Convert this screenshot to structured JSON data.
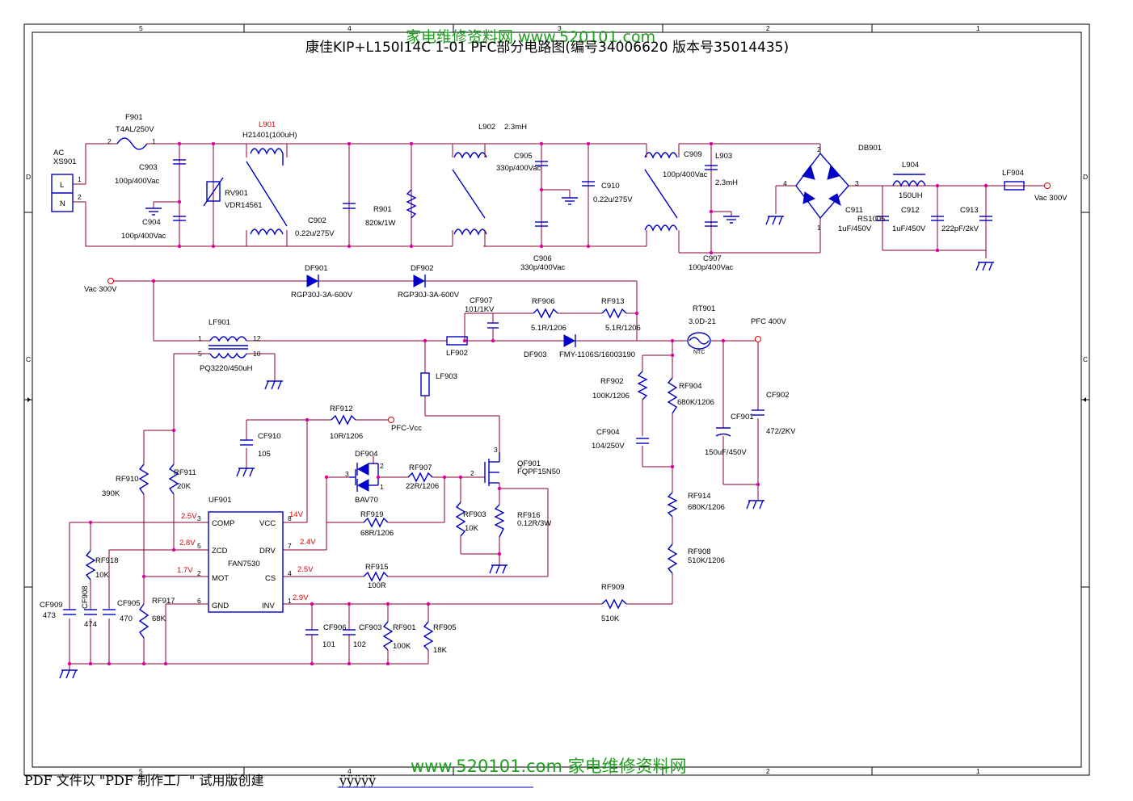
{
  "title": "康佳KIP+L150I14C 1-01 PFC部分电路图(编号34006620 版本号35014435)",
  "watermark_top": "家电维修资料网 www.520101.com",
  "watermark_bottom": "www.520101.com 家电维修资料网",
  "footer": "PDF 文件以 \"PDF 制作工厂\" 试用版创建",
  "footer_mark": "ÿÿÿÿÿ",
  "border_columns": [
    "5",
    "4",
    "3",
    "2",
    "1"
  ],
  "border_rows": [
    "D",
    "C"
  ],
  "connector": {
    "name": "AC",
    "ref": "XS901",
    "pin_l": "L",
    "pin_n": "N",
    "pin1": "1",
    "pin2": "2"
  },
  "labels": {
    "f901": "F901",
    "f901_v": "T4AL/250V",
    "c903": "C903",
    "c903_v": "100p/400Vac",
    "c904": "C904",
    "c904_v": "100p/400Vac",
    "rv901": "RV901",
    "rv901_v": "VDR14561",
    "l901": "L901",
    "l901_v": "H21401(100uH)",
    "c902": "C902",
    "c902_v": "0.22u/275V",
    "r901": "R901",
    "r901_v": "820k/1W",
    "l902": "L902",
    "l902_v": "2.3mH",
    "c905": "C905",
    "c905_v": "330p/400Vac",
    "c906": "C906",
    "c906_v": "330p/400Vac",
    "c910": "C910",
    "c910_v": "0.22u/275V",
    "c909": "C909",
    "c909_v": "100p/400Vac",
    "l903": "L903",
    "l903_v": "2.3mH",
    "c907": "C907",
    "c907_v": "100p/400Vac",
    "db901": "DB901",
    "l904": "L904",
    "l904_v": "150UH",
    "lf904": "LF904",
    "vac_out": "Vac 300V",
    "c911": "C911",
    "rs1005": "RS1005",
    "c911_v": "1uF/450V",
    "c912": "C912",
    "c912_v": "1uF/450V",
    "c913": "C913",
    "c913_v": "222pF/2kV",
    "vac_in": "Vac 300V",
    "df901": "DF901",
    "df901_v": "RGP30J-3A-600V",
    "df902": "DF902",
    "df902_v": "RGP30J-3A-600V",
    "cf907": "CF907",
    "cf907_v": "101/1KV",
    "rf906": "RF906",
    "rf906_v": "5.1R/1206",
    "rf913": "RF913",
    "rf913_v": "5.1R/1206",
    "rt901": "RT901",
    "rt901_v": "3.0D-21",
    "ntc": "NTC",
    "pfc400": "PFC 400V",
    "lf901": "LF901",
    "lf901_v": "PQ3220/450uH",
    "lf902": "LF902",
    "df903": "DF903",
    "df903_v": "FMY-1106S/16003190",
    "lf903": "LF903",
    "rf902": "RF902",
    "rf902_v": "100K/1206",
    "rf904": "RF904",
    "rf904_v": "680K/1206",
    "cf904": "CF904",
    "cf904_v": "104/250V",
    "cf901": "CF901",
    "cf901_v": "150uF/450V",
    "cf902": "CF902",
    "cf902_v": "472/2KV",
    "rf912": "RF912",
    "rf912_v": "10R/1206",
    "pfc_vcc": "PFC-Vcc",
    "cf910": "CF910",
    "cf910_v": "105",
    "df904": "DF904",
    "df904_v": "BAV70",
    "rf907": "RF907",
    "rf907_v": "22R/1206",
    "qf901": "QF901",
    "qf901_v": "FQPF15N50",
    "rf919": "RF919",
    "rf919_v": "68R/1206",
    "rf903": "RF903",
    "rf903_v": "10K",
    "rf916": "RF916",
    "rf916_v": "0.12R/3W",
    "rf910": "RF910",
    "rf910_v": "390K",
    "rf911": "RF911",
    "rf911_v": "20K",
    "uf901": "UF901",
    "ic_name": "FAN7530",
    "rf918": "RF918",
    "rf918_v": "10K",
    "cf908": "CF908",
    "cf908_v": "474",
    "cf909": "CF909",
    "cf909_v": "473",
    "cf905": "CF905",
    "cf905_v": "470",
    "rf917": "RF917",
    "rf917_v": "68K",
    "rf915": "RF915",
    "rf915_v": "100R",
    "rf914": "RF914",
    "rf914_v": "680K/1206",
    "rf908": "RF908",
    "rf908_v": "510K/1206",
    "rf909": "RF909",
    "rf909_v": "510K",
    "cf906": "CF906",
    "cf906_v": "101",
    "cf903": "CF903",
    "cf903_v": "102",
    "rf901": "RF901",
    "rf901_v": "100K",
    "rf905": "RF905",
    "rf905_v": "18K"
  },
  "ic_pins": {
    "comp": "COMP",
    "zcd": "ZCD",
    "mot": "MOT",
    "gnd": "GND",
    "vcc": "VCC",
    "drv": "DRV",
    "cs": "CS",
    "inv": "INV"
  },
  "voltages": {
    "comp": "2.5V",
    "zcd": "2.8V",
    "mot": "1.7V",
    "vcc": "14V",
    "drv": "2.4V",
    "cs": "2.5V",
    "inv": "2.9V"
  },
  "colors": {
    "component": "#0000c8",
    "wire": "#8b0030",
    "junction": "#e000a0",
    "watermark": "#1ca01c",
    "voltage": "#e00000"
  }
}
